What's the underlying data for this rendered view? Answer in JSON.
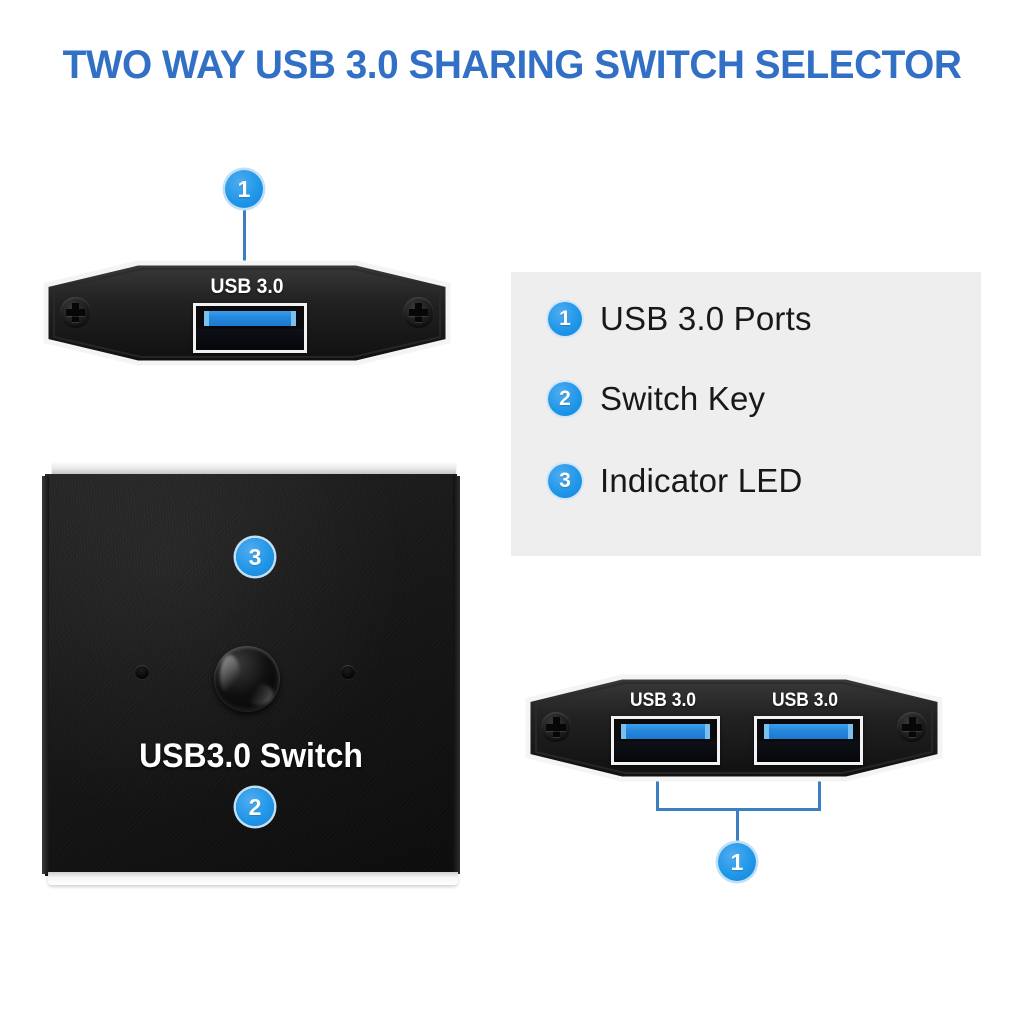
{
  "page": {
    "title": "TWO WAY USB 3.0 SHARING SWITCH SELECTOR",
    "background_color": "#ffffff",
    "accent_blue": "#3170c4",
    "marker_blue": "#1f96e8",
    "leader_line_color": "#3b7fc0"
  },
  "legend": {
    "background_color": "#eeeeee",
    "items": [
      {
        "number": "1",
        "label": "USB 3.0 Ports"
      },
      {
        "number": "2",
        "label": "Switch Key"
      },
      {
        "number": "3",
        "label": "Indicator LED"
      }
    ]
  },
  "devices": {
    "host_panel": {
      "name": "Host side faceplate",
      "callout": "1",
      "port_label": "USB 3.0",
      "ports": 1,
      "screws": 2
    },
    "main_unit": {
      "name": "USB 3.0 switch body",
      "brand_text": "USB3.0 Switch",
      "button_callout": "2",
      "led_callout": "3",
      "leds": 2,
      "buttons": 1
    },
    "device_panel": {
      "name": "Device side faceplate",
      "callout": "1",
      "port_labels": [
        "USB 3.0",
        "USB 3.0"
      ],
      "ports": 2,
      "screws": 2
    }
  },
  "icons": {
    "screw": "phillips-screw-icon",
    "usb_port": "usb-a-port-icon",
    "led": "led-indicator-icon",
    "button": "push-button-icon"
  }
}
